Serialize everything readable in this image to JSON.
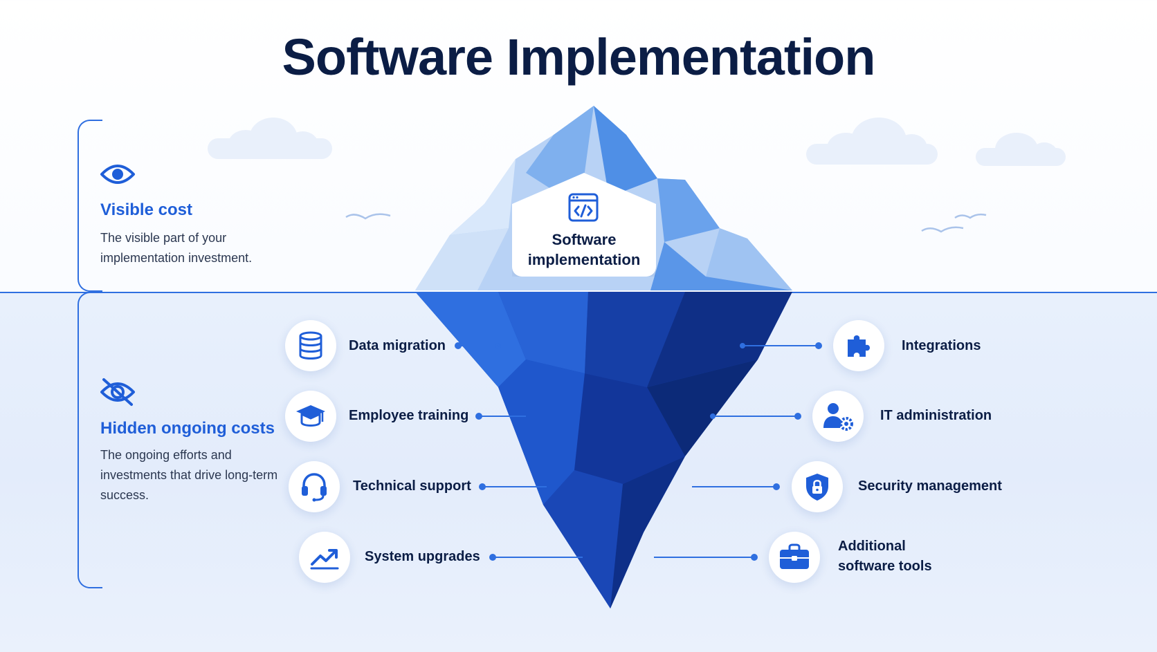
{
  "title": "Software Implementation",
  "colors": {
    "accent": "#1f5ed8",
    "navy": "#0b1d45",
    "water": "#e6eefb"
  },
  "visible": {
    "icon": "eye-icon",
    "heading": "Visible cost",
    "description": "The visible part of your implementation investment."
  },
  "hidden": {
    "icon": "eye-off-icon",
    "heading": "Hidden ongoing costs",
    "description": "The ongoing efforts and investments that drive long-term success."
  },
  "peak": {
    "icon": "code-window-icon",
    "label": "Software implementation"
  },
  "left_items": [
    {
      "icon": "database-icon",
      "label": "Data migration"
    },
    {
      "icon": "graduation-cap-icon",
      "label": "Employee training"
    },
    {
      "icon": "headset-icon",
      "label": "Technical support"
    },
    {
      "icon": "trend-up-icon",
      "label": "System upgrades"
    }
  ],
  "right_items": [
    {
      "icon": "puzzle-icon",
      "label": "Integrations"
    },
    {
      "icon": "user-gear-icon",
      "label": "IT administration"
    },
    {
      "icon": "shield-lock-icon",
      "label": "Security management"
    },
    {
      "icon": "briefcase-icon",
      "label": "Additional software tools"
    }
  ]
}
